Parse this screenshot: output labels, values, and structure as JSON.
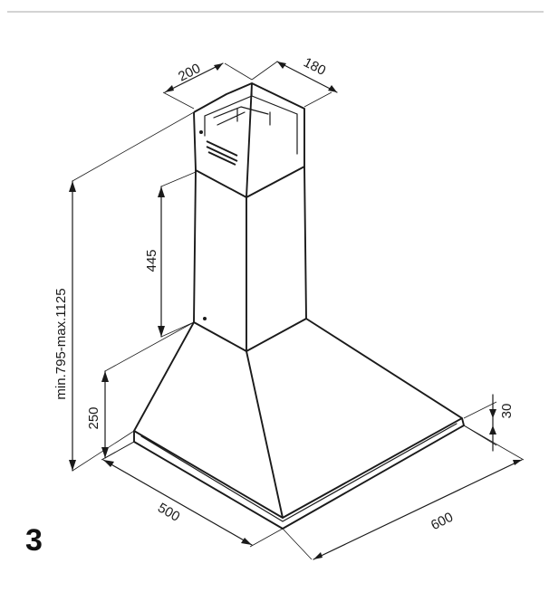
{
  "figure_number": "3",
  "dimensions": {
    "duct_width": "200",
    "duct_depth": "180",
    "upper_duct_height": "445",
    "total_height": "min.795-max.1125",
    "canopy_height": "250",
    "rim_height": "30",
    "hood_depth": "500",
    "hood_width": "600"
  }
}
